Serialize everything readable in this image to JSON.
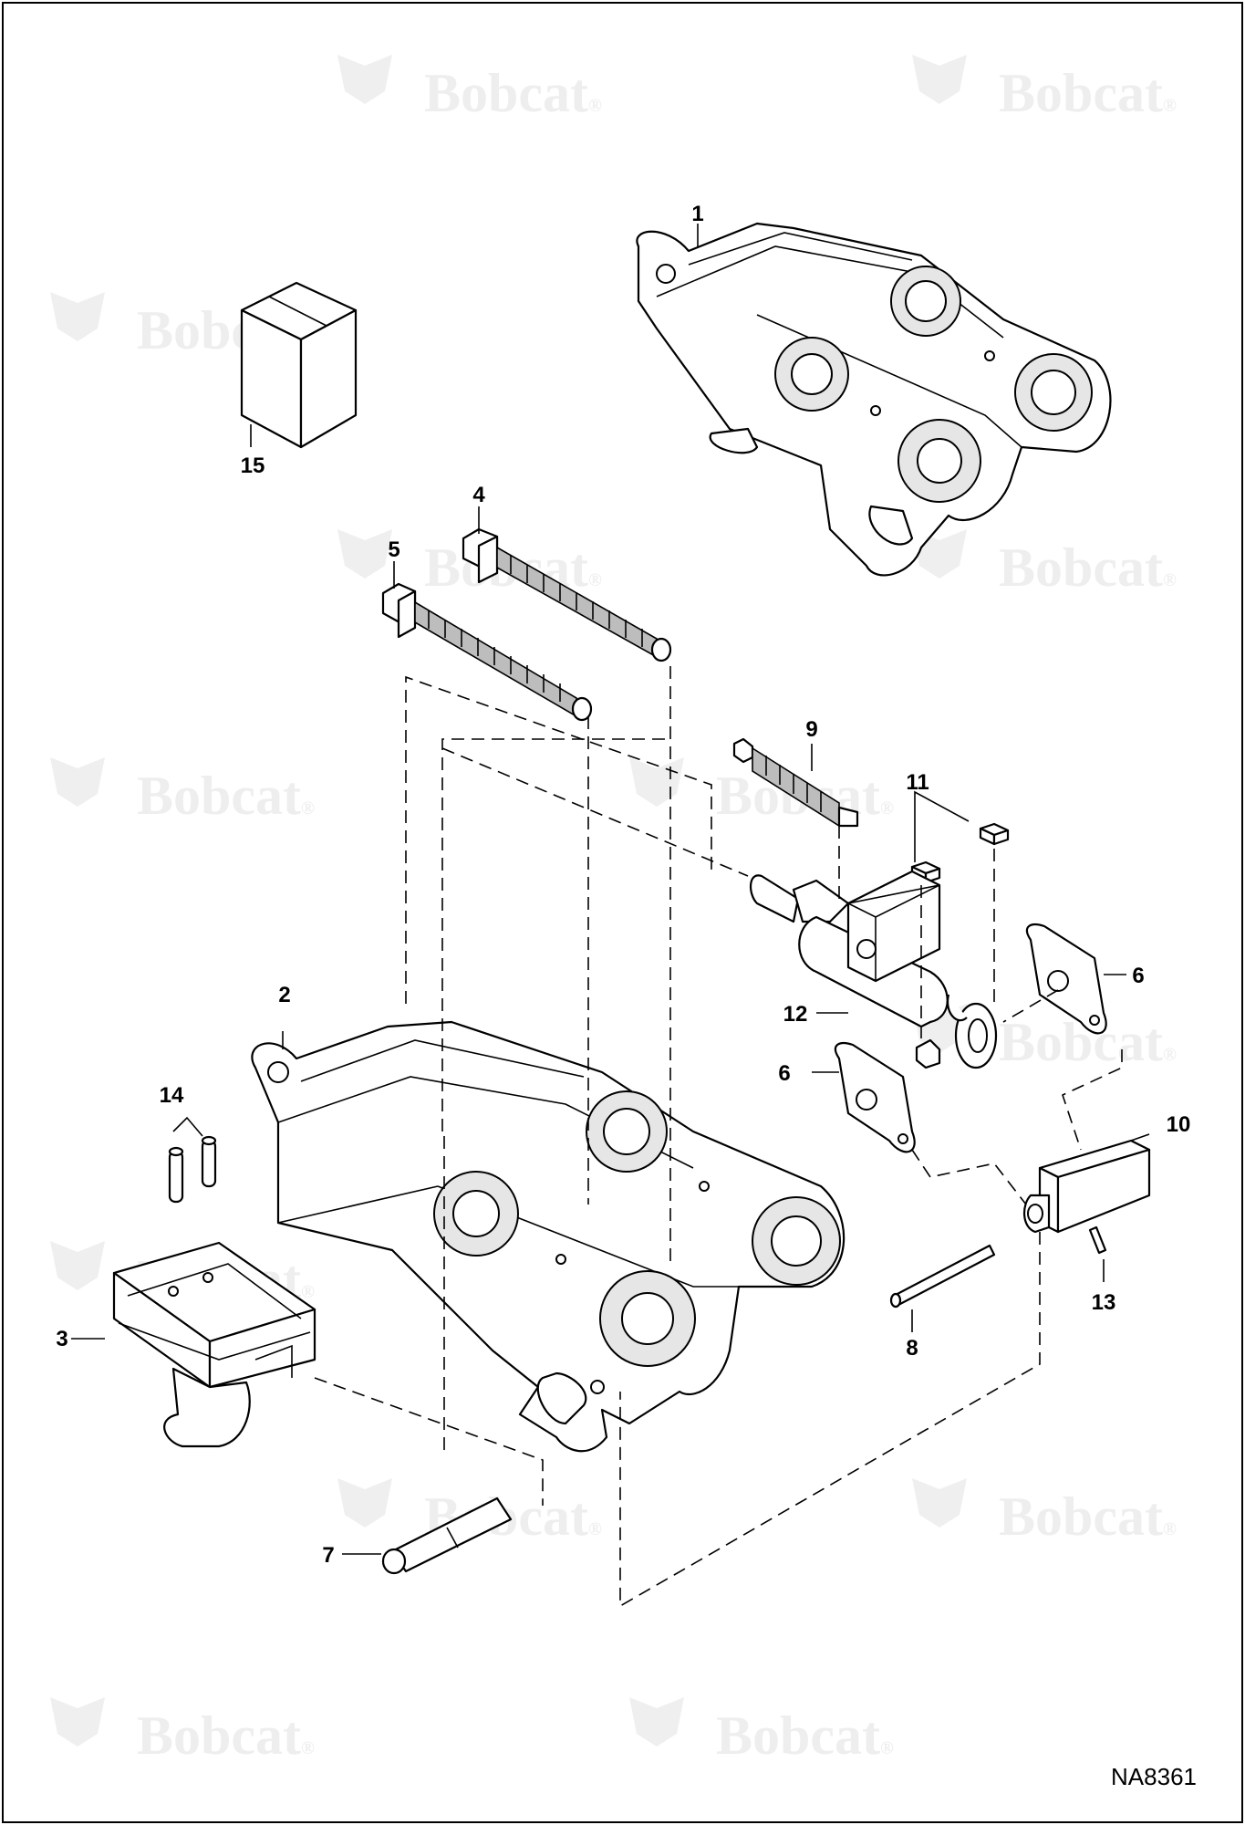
{
  "diagram": {
    "drawing_number": "NA8361",
    "watermark_text": "Bobcat",
    "watermark_symbol": "®",
    "callouts": [
      "1",
      "2",
      "3",
      "4",
      "5",
      "6",
      "6",
      "7",
      "8",
      "9",
      "10",
      "11",
      "12",
      "13",
      "14",
      "15"
    ]
  }
}
